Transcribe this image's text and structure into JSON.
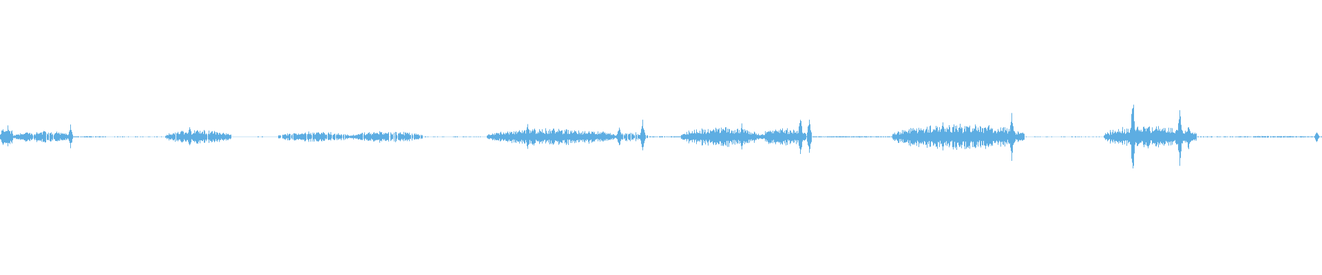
{
  "waveform": {
    "color": "#5dade2",
    "background": "#ffffff",
    "amplitude_range": [
      -1,
      1
    ],
    "time_range": [
      0,
      1
    ],
    "segments": [
      {
        "start": 0.0,
        "end": 0.01,
        "peak": 0.08,
        "density": 1.0
      },
      {
        "start": 0.01,
        "end": 0.055,
        "peak": 0.04,
        "density": 0.95
      },
      {
        "start": 0.055,
        "end": 0.08,
        "peak": 0.005,
        "density": 0.7
      },
      {
        "start": 0.08,
        "end": 0.125,
        "peak": 0.004,
        "density": 0.25
      },
      {
        "start": 0.125,
        "end": 0.175,
        "peak": 0.05,
        "density": 0.95
      },
      {
        "start": 0.195,
        "end": 0.21,
        "peak": 0.003,
        "density": 0.2
      },
      {
        "start": 0.21,
        "end": 0.265,
        "peak": 0.035,
        "density": 0.9
      },
      {
        "start": 0.265,
        "end": 0.32,
        "peak": 0.04,
        "density": 0.9
      },
      {
        "start": 0.32,
        "end": 0.365,
        "peak": 0.004,
        "density": 0.25
      },
      {
        "start": 0.368,
        "end": 0.465,
        "peak": 0.06,
        "density": 1.0
      },
      {
        "start": 0.465,
        "end": 0.49,
        "peak": 0.03,
        "density": 0.9
      },
      {
        "start": 0.49,
        "end": 0.515,
        "peak": 0.005,
        "density": 0.7
      },
      {
        "start": 0.515,
        "end": 0.575,
        "peak": 0.07,
        "density": 1.0
      },
      {
        "start": 0.575,
        "end": 0.61,
        "peak": 0.06,
        "density": 1.0
      },
      {
        "start": 0.61,
        "end": 0.675,
        "peak": 0.005,
        "density": 0.85
      },
      {
        "start": 0.675,
        "end": 0.775,
        "peak": 0.09,
        "density": 1.0
      },
      {
        "start": 0.775,
        "end": 0.835,
        "peak": 0.004,
        "density": 0.25
      },
      {
        "start": 0.835,
        "end": 0.905,
        "peak": 0.08,
        "density": 1.0
      },
      {
        "start": 0.905,
        "end": 0.925,
        "peak": 0.005,
        "density": 0.35
      },
      {
        "start": 0.925,
        "end": 1.0,
        "peak": 0.006,
        "density": 0.8
      }
    ],
    "spikes": [
      {
        "t": 0.053,
        "amp": 0.09
      },
      {
        "t": 0.143,
        "amp": 0.08
      },
      {
        "t": 0.399,
        "amp": 0.11
      },
      {
        "t": 0.468,
        "amp": 0.08
      },
      {
        "t": 0.486,
        "amp": 0.13
      },
      {
        "t": 0.54,
        "amp": 0.05
      },
      {
        "t": 0.561,
        "amp": 0.1
      },
      {
        "t": 0.605,
        "amp": 0.16
      },
      {
        "t": 0.612,
        "amp": 0.14
      },
      {
        "t": 0.713,
        "amp": 0.12
      },
      {
        "t": 0.765,
        "amp": 0.18
      },
      {
        "t": 0.857,
        "amp": 0.3
      },
      {
        "t": 0.892,
        "amp": 0.22
      },
      {
        "t": 0.899,
        "amp": 0.1
      },
      {
        "t": 0.996,
        "amp": 0.04
      }
    ]
  }
}
